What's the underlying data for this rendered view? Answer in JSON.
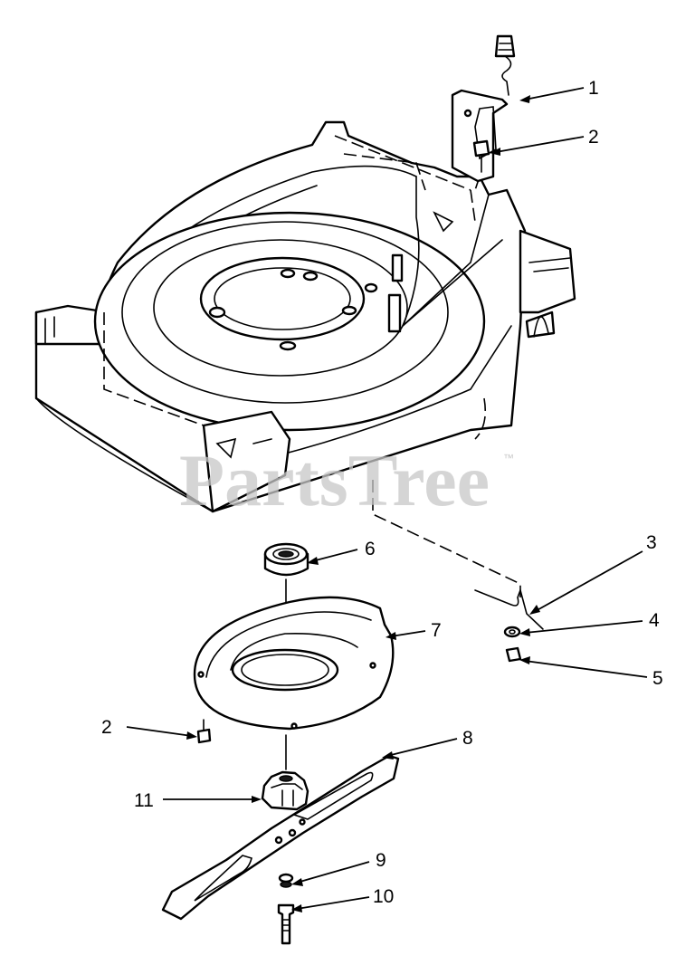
{
  "watermark": {
    "text": "PartsTree",
    "trademark": "™"
  },
  "callouts": [
    {
      "id": "callout-1",
      "label": "1"
    },
    {
      "id": "callout-2-top",
      "label": "2"
    },
    {
      "id": "callout-3",
      "label": "3"
    },
    {
      "id": "callout-4",
      "label": "4"
    },
    {
      "id": "callout-5",
      "label": "5"
    },
    {
      "id": "callout-6",
      "label": "6"
    },
    {
      "id": "callout-7",
      "label": "7"
    },
    {
      "id": "callout-2-left",
      "label": "2"
    },
    {
      "id": "callout-8",
      "label": "8"
    },
    {
      "id": "callout-11",
      "label": "11"
    },
    {
      "id": "callout-9",
      "label": "9"
    },
    {
      "id": "callout-10",
      "label": "10"
    }
  ],
  "colors": {
    "line": "#000000",
    "watermark": "#c8c8c8",
    "background": "#ffffff"
  }
}
